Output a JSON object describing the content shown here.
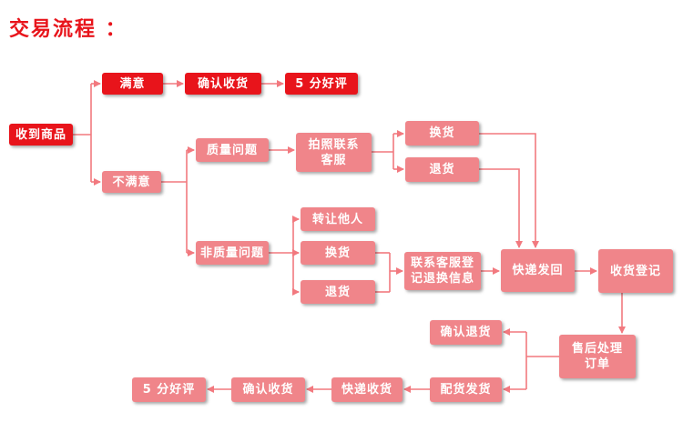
{
  "title": "交易流程 ：",
  "colors": {
    "title": "#e8141b",
    "primary": "#e8141b",
    "secondary": "#f0858a",
    "connector": "#f2797f"
  },
  "nodes": {
    "receive": "收到商品",
    "satisfied": "满意",
    "confirm_top": "确认收货",
    "rating_top": "5 分好评",
    "unsatisfied": "不满意",
    "quality_issue": "质量问题",
    "photo_contact": "拍照联系\n客服",
    "exchange_1": "换货",
    "return_1": "退货",
    "non_quality_issue": "非质量问题",
    "transfer": "转让他人",
    "exchange_2": "换货",
    "return_2": "退货",
    "contact_register": "联系客服登\n记退换信息",
    "ship_back": "快递发回",
    "receipt_register": "收货登记",
    "after_sales": "售后处理\n订单",
    "confirm_return": "确认退货",
    "ship_goods": "配货发货",
    "courier_receive": "快递收货",
    "confirm_bottom": "确认收货",
    "rating_bottom": "5 分好评"
  }
}
